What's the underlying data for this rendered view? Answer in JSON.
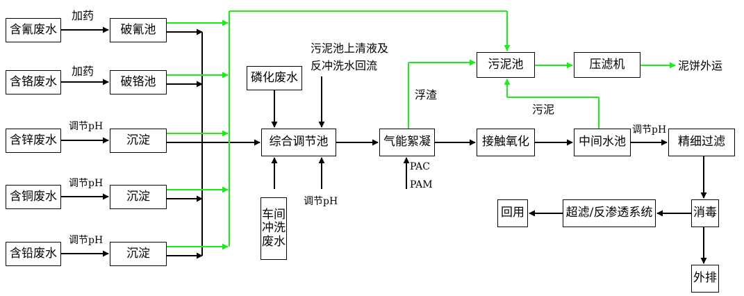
{
  "colors": {
    "main_flow": "#000000",
    "recycle_flow": "#1aee1a"
  },
  "nodes": {
    "cyanide_ww": "含氰废水",
    "chromium_ww": "含铬废水",
    "zinc_ww": "含锌废水",
    "copper_ww": "含铜废水",
    "lead_ww": "含铅废水",
    "cyanide_break": "破氰池",
    "chromium_break": "破铬池",
    "settle_zinc": "沉淀",
    "settle_copper": "沉淀",
    "settle_lead": "沉淀",
    "phosphating_ww": "磷化废水",
    "equalization_tank": "综合调节池",
    "workshop_rinse_ww": [
      "车间",
      "冲洗",
      "废水"
    ],
    "air_flotation": "气能絮凝",
    "contact_oxidation": "接触氧化",
    "intermediate_tank": "中间水池",
    "fine_filtration": "精细过滤",
    "disinfection": "消毒",
    "discharge": "外排",
    "uf_ro_system": "超滤/反渗透系统",
    "reuse": "回用",
    "sludge_tank": "污泥池",
    "filter_press": "压滤机"
  },
  "labels": {
    "dose_1": "加药",
    "dose_2": "加药",
    "adjust_ph_1": "调节pH",
    "adjust_ph_2": "调节pH",
    "adjust_ph_3": "调节pH",
    "adjust_ph_4": "调节pH",
    "adjust_ph_5": "调节pH",
    "supernatant_return": [
      "污泥池上清液及",
      "反冲洗水回流"
    ],
    "scum": "浮渣",
    "sludge": "污泥",
    "pac": "PAC",
    "pam": "PAM",
    "cake_out": "泥饼外运"
  }
}
